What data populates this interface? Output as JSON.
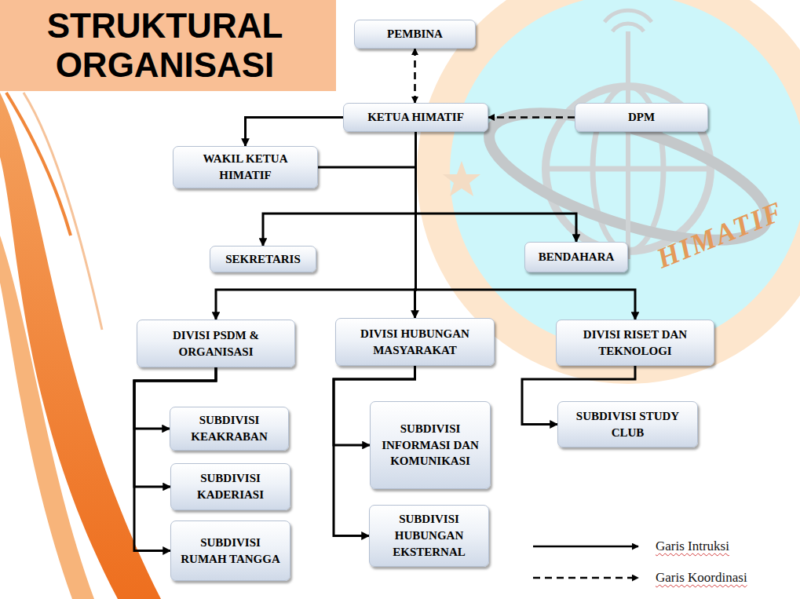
{
  "diagram": {
    "title": "STRUKTURAL ORGANISASI",
    "nodes": [
      {
        "text": [
          "PEMBINA"
        ]
      },
      {
        "text": [
          "KETUA HIMATIF"
        ]
      },
      {
        "text": [
          "DPM"
        ]
      },
      {
        "text": [
          "WAKIL KETUA HIMATIF"
        ]
      },
      {
        "text": [
          "SEKRETARIS"
        ]
      },
      {
        "text": [
          "BENDAHARA"
        ]
      },
      {
        "text": [
          "DIVISI PSDM & ORGANISASI"
        ]
      },
      {
        "text": [
          "DIVISI HUBUNGAN MASYARAKAT"
        ]
      },
      {
        "text": [
          "DIVISI RISET DAN TEKNOLOGI"
        ]
      },
      {
        "text": [
          "SUBDIVISI KEAKRABAN"
        ]
      },
      {
        "text": [
          "SUBDIVISI INFORMASI DAN KOMUNIKASI"
        ]
      },
      {
        "text": [
          "SUBDIVISI STUDY CLUB"
        ]
      },
      {
        "text": [
          "SUBDIVISI KADERIASI"
        ]
      },
      {
        "text": [
          "SUBDIVISI HUBUNGAN EKSTERNAL"
        ]
      },
      {
        "text": [
          "SUBDIVISI RUMAH TANGGA"
        ]
      }
    ],
    "edges": [
      {
        "from": 0,
        "to": 1,
        "arrow": "both"
      },
      {
        "from": 2,
        "to": 1,
        "arrow": "to"
      },
      {
        "from": 1,
        "to": 3,
        "arrow": "to"
      },
      {
        "from": 3,
        "to": 1,
        "arrow": "none"
      },
      {
        "from": 1,
        "to": 4,
        "arrow": "to"
      },
      {
        "from": 1,
        "to": 5,
        "arrow": "to"
      },
      {
        "from": 1,
        "to": 6,
        "arrow": "to"
      },
      {
        "from": 1,
        "to": 7,
        "arrow": "to"
      },
      {
        "from": 1,
        "to": 8,
        "arrow": "to"
      },
      {
        "from": 6,
        "to": 9,
        "arrow": "to"
      },
      {
        "from": 6,
        "to": 12,
        "arrow": "to"
      },
      {
        "from": 6,
        "to": 14,
        "arrow": "to"
      },
      {
        "from": 7,
        "to": 10,
        "arrow": "to"
      },
      {
        "from": 7,
        "to": 13,
        "arrow": "to"
      },
      {
        "from": 8,
        "to": 11,
        "arrow": "to"
      }
    ],
    "labels": [
      "HIMATIF"
    ],
    "legend": [
      {
        "text": "Garis Intruksi"
      },
      {
        "text": "Garis Koordinasi"
      }
    ]
  }
}
